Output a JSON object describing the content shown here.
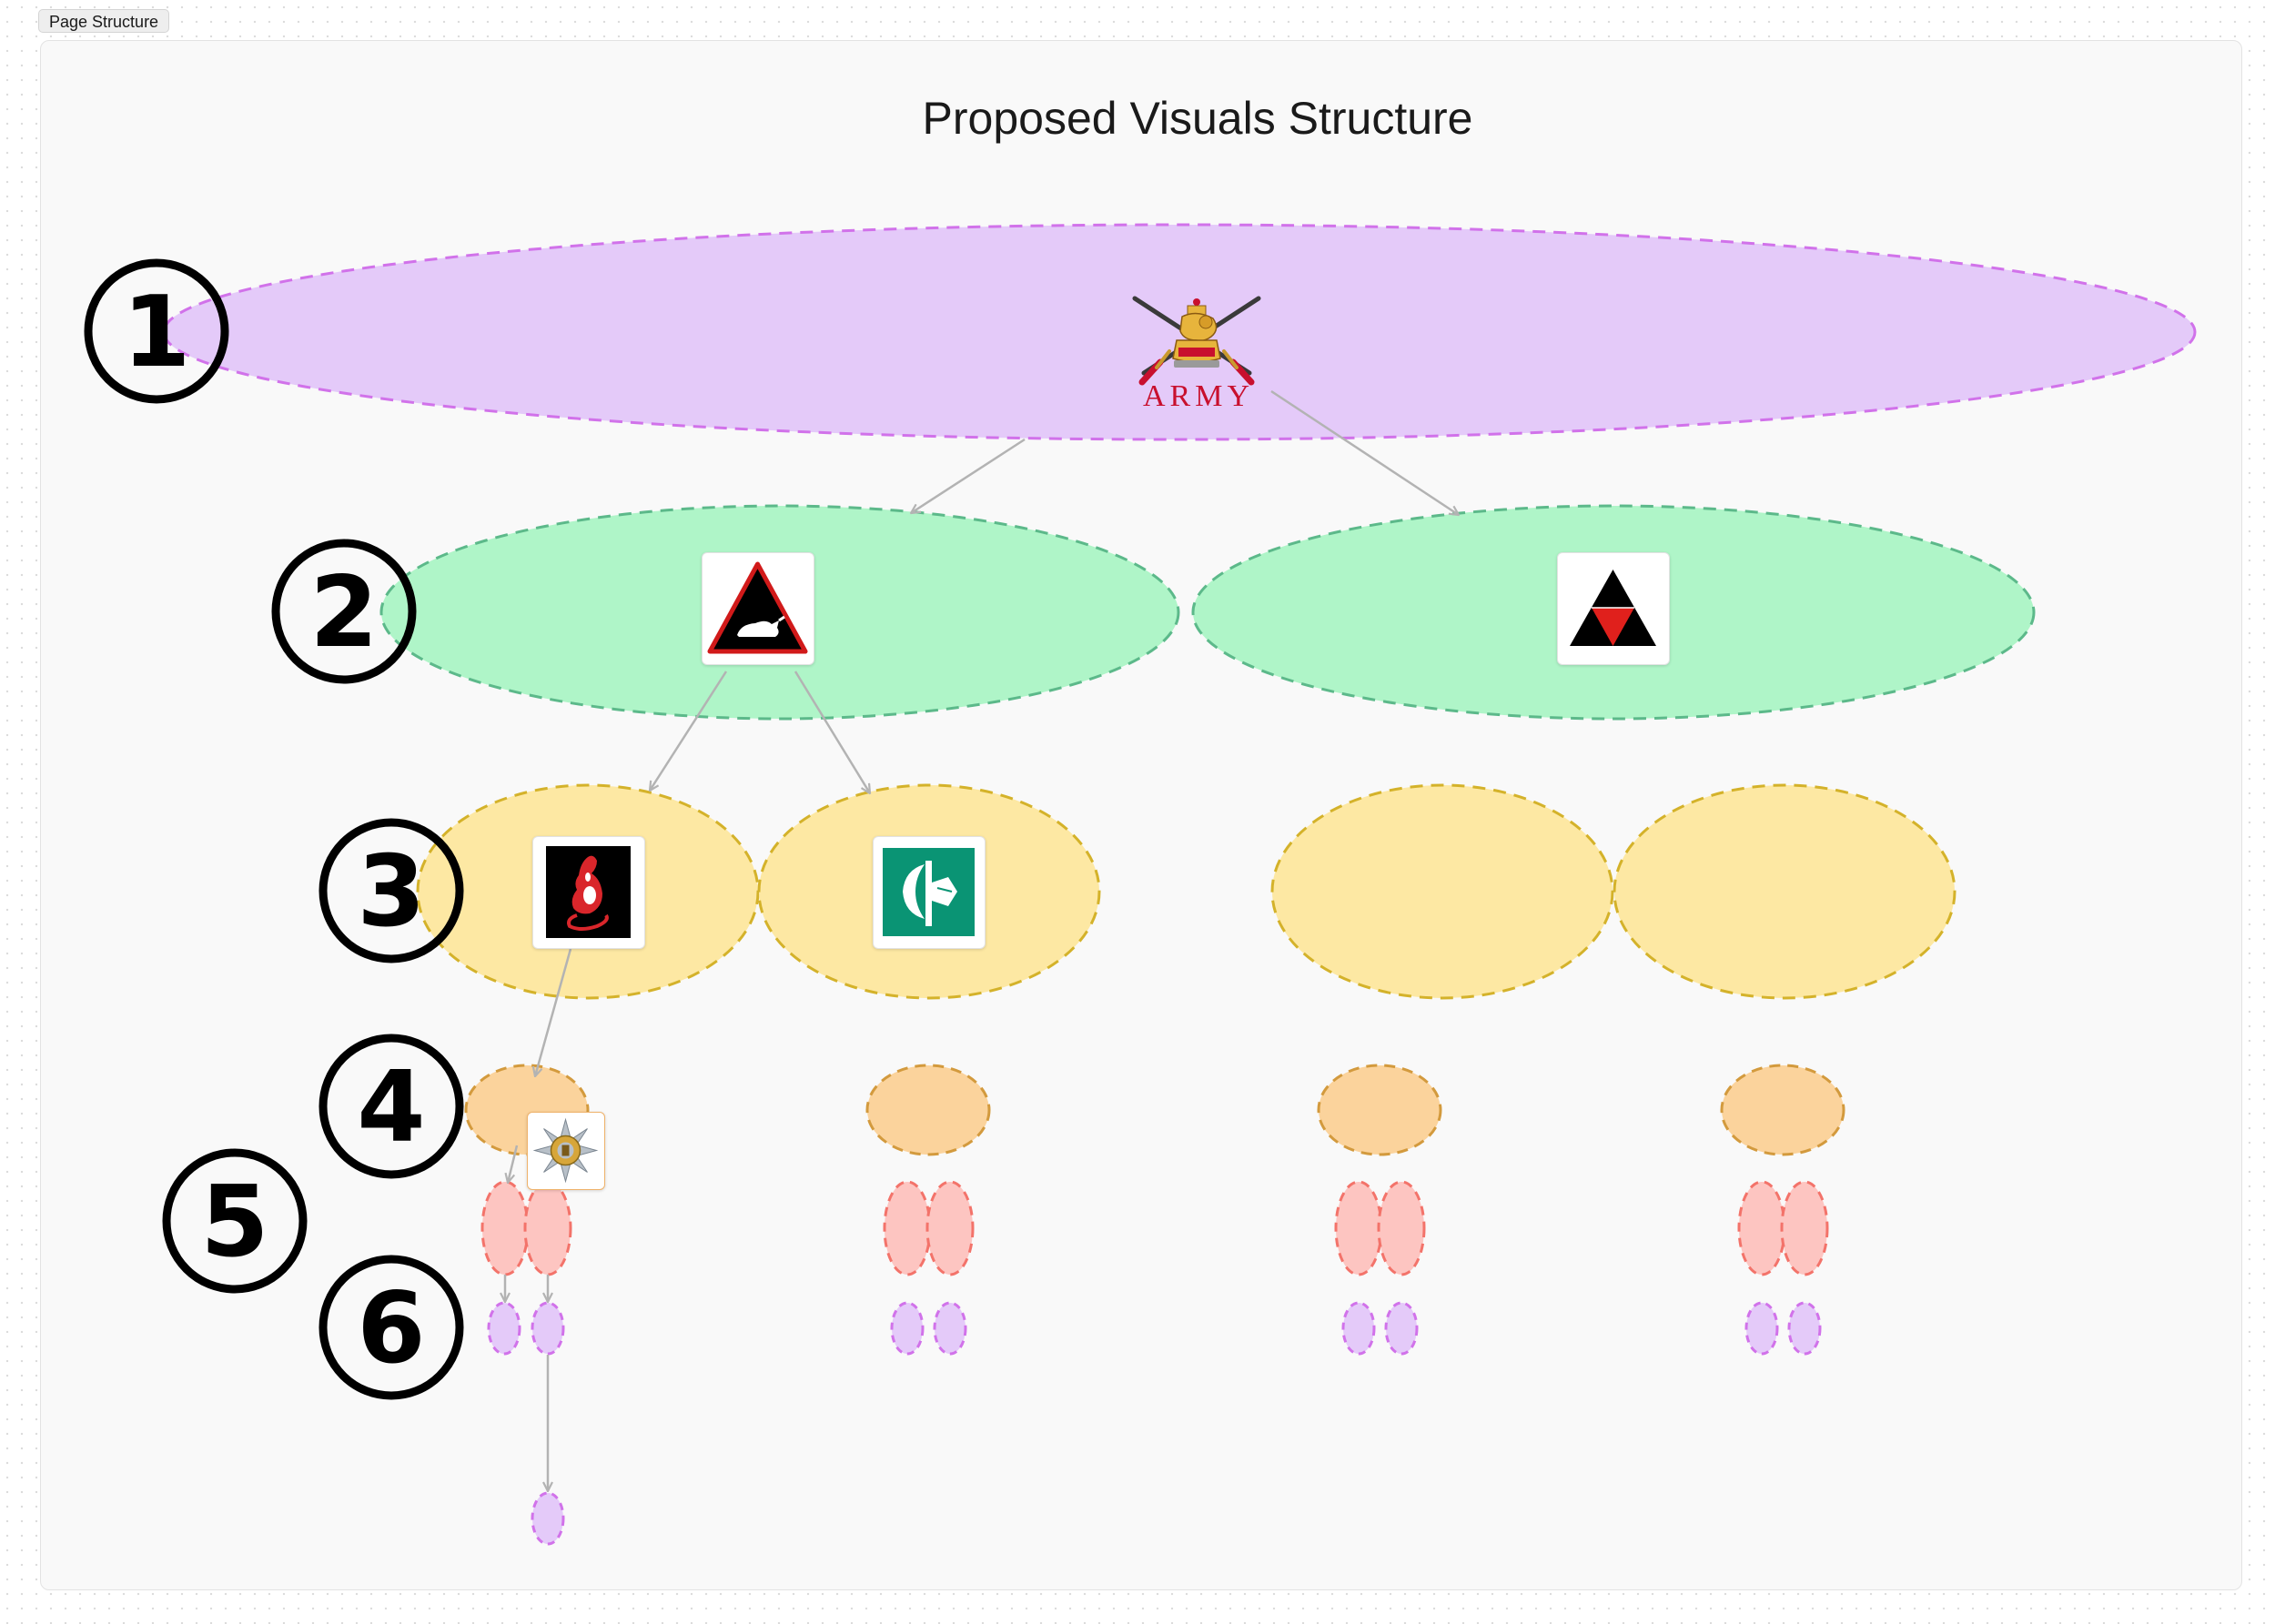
{
  "tab": {
    "label": "Page Structure"
  },
  "diagram": {
    "title": "Proposed Visuals Structure",
    "army_label": "ARMY",
    "level_markers": [
      "1",
      "2",
      "3",
      "4",
      "5",
      "6"
    ],
    "colors": {
      "level1": "#e4caf9",
      "level1_border": "#d172ea",
      "level2": "#aff5c8",
      "level2_border": "#5cb98a",
      "level3": "#fde8a3",
      "level3_border": "#d4b22a",
      "level4": "#fbd39c",
      "level4_border": "#d39a3d",
      "level5": "#fdc5c1",
      "level5_border": "#f3736a",
      "level6": "#e4caf9",
      "level6_border": "#d172ea",
      "connector": "#b3b3b3"
    },
    "icons": {
      "level1": "british-army-crest-icon",
      "level2_left": "rhino-triangle-icon",
      "level2_right": "triforce-triangle-icon",
      "level3_left": "jerboa-icon",
      "level3_right": "axe-emblem-icon",
      "level4": "regimental-star-badge-icon"
    }
  }
}
